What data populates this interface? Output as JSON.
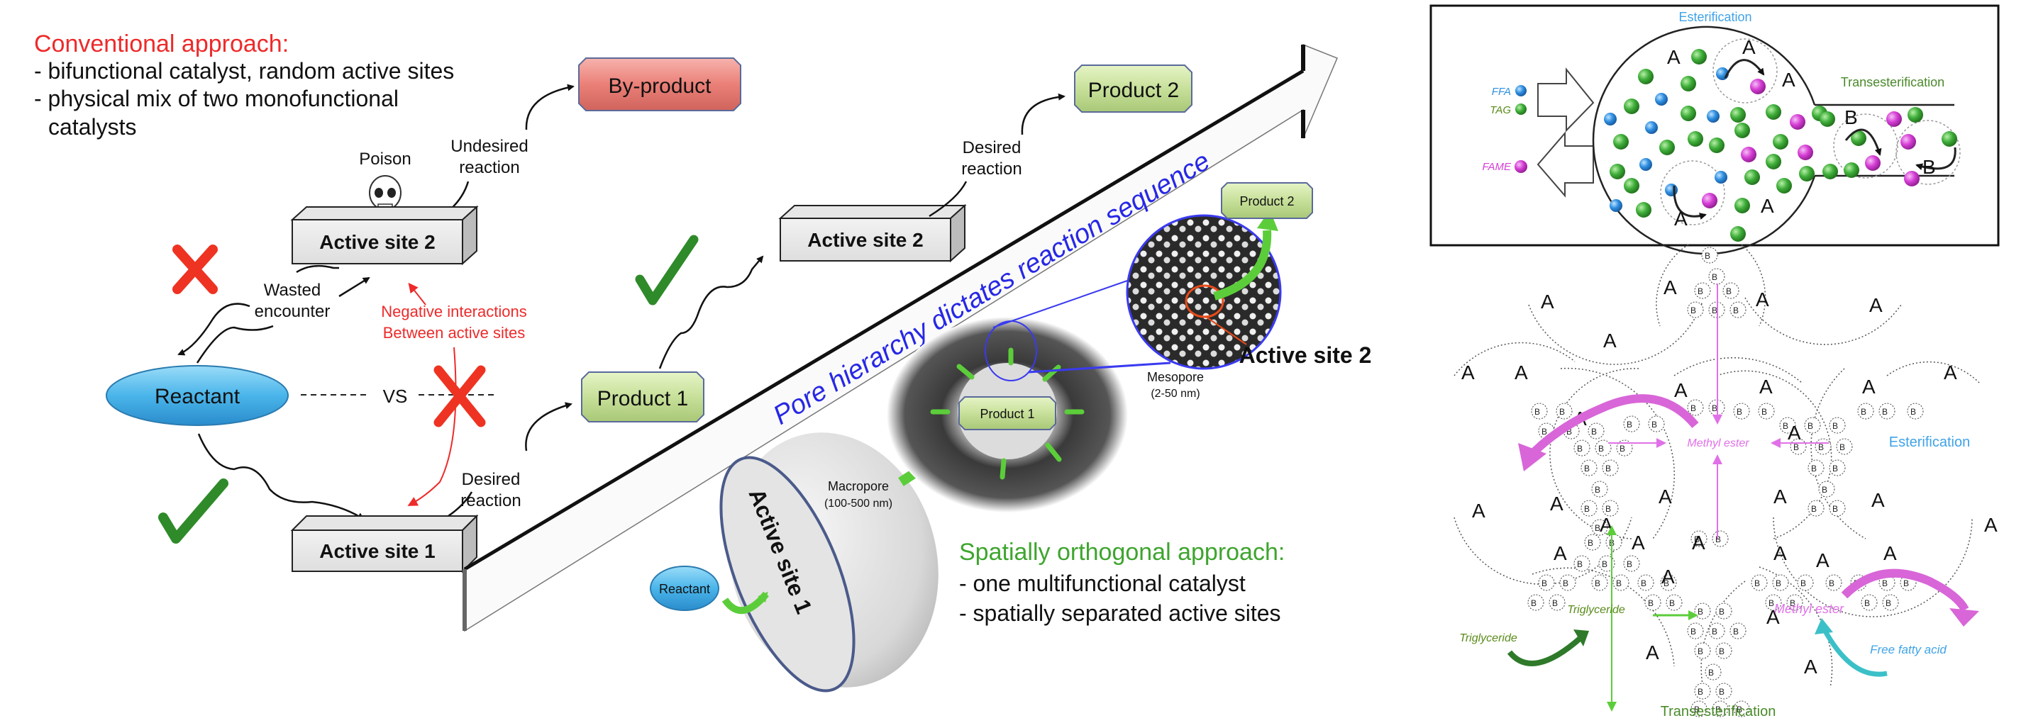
{
  "conventional": {
    "heading": "Conventional approach:",
    "bullets": [
      "- bifunctional catalyst, random active sites",
      "- physical mix of two monofunctional",
      "  catalysts"
    ],
    "poison_label": "Poison",
    "undesired_label": [
      "Undesired",
      "reaction"
    ],
    "byproduct_label": "By-product",
    "active_site_2": "Active site 2",
    "active_site_1": "Active site 1",
    "wasted_label": [
      "Wasted",
      "encounter"
    ],
    "negative_label": [
      "Negative interactions",
      "Between active sites"
    ],
    "reactant_label": "Reactant",
    "vs_label": "VS",
    "desired_label": [
      "Desired",
      "reaction"
    ]
  },
  "sequence": {
    "banner_text": "Pore hierarchy dictates reaction sequence",
    "product_1": "Product 1",
    "active_site_2": "Active site 2",
    "desired_label": [
      "Desired",
      "reaction"
    ],
    "product_2": "Product 2"
  },
  "orthogonal": {
    "heading": "Spatially orthogonal approach:",
    "bullets": [
      "- one multifunctional  catalyst",
      "- spatially separated active sites"
    ],
    "reactant_label": "Reactant",
    "active_site_1": "Active site 1",
    "macropore_label": "Macropore",
    "macropore_range": "(100-500 nm)",
    "product_1": "Product 1",
    "product_2": "Product 2",
    "mesopore_label": "Mesopore",
    "mesopore_range": "(2-50 nm)",
    "active_site_2": "Active site 2"
  },
  "top_right_panel": {
    "esterification": "Esterification",
    "transesterification": "Transesterification",
    "legend": [
      {
        "label": "FFA",
        "color": "#2f8fe0"
      },
      {
        "label": "TAG",
        "color": "#3fae3a"
      },
      {
        "label": "FAME",
        "color": "#d63fd6"
      }
    ],
    "site_labels": [
      "A",
      "A",
      "A",
      "A",
      "A",
      "B",
      "B"
    ]
  },
  "bottom_right_panel": {
    "site_a_label": "A",
    "site_b_label": "B",
    "methyl_ester_center": "Methyl ester",
    "esterification": "Esterification",
    "triglyceride_inner": "Triglyceride",
    "triglyceride_outer": "Triglyceride",
    "methyl_ester_outer": "Methyl ester",
    "free_fatty_acid": "Free fatty acid",
    "transesterification": "Transesterification"
  },
  "colors": {
    "red": "#ee2a2a",
    "green_text": "#3ea52e",
    "blue_text": "#2727e6",
    "reactant": "#4ab5ea",
    "byproduct": "#ea8078",
    "product": "#c7e09a",
    "magenta": "#d63fd6",
    "sky_blue": "#3fa3e8"
  }
}
